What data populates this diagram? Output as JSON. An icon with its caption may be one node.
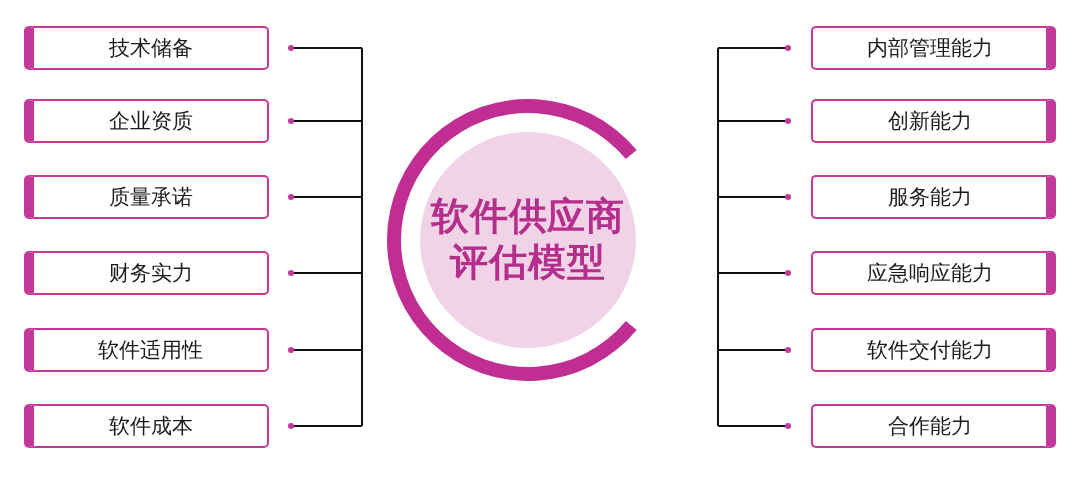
{
  "diagram": {
    "nodes": [
      {
        "text": [
          "软件供应商评估模型"
        ]
      },
      {
        "text": [
          "技术储备"
        ]
      },
      {
        "text": [
          "企业资质"
        ]
      },
      {
        "text": [
          "质量承诺"
        ]
      },
      {
        "text": [
          "财务实力"
        ]
      },
      {
        "text": [
          "软件适用性"
        ]
      },
      {
        "text": [
          "软件成本"
        ]
      },
      {
        "text": [
          "内部管理能力"
        ]
      },
      {
        "text": [
          "创新能力"
        ]
      },
      {
        "text": [
          "服务能力"
        ]
      },
      {
        "text": [
          "应急响应能力"
        ]
      },
      {
        "text": [
          "软件交付能力"
        ]
      },
      {
        "text": [
          "合作能力"
        ]
      }
    ]
  }
}
